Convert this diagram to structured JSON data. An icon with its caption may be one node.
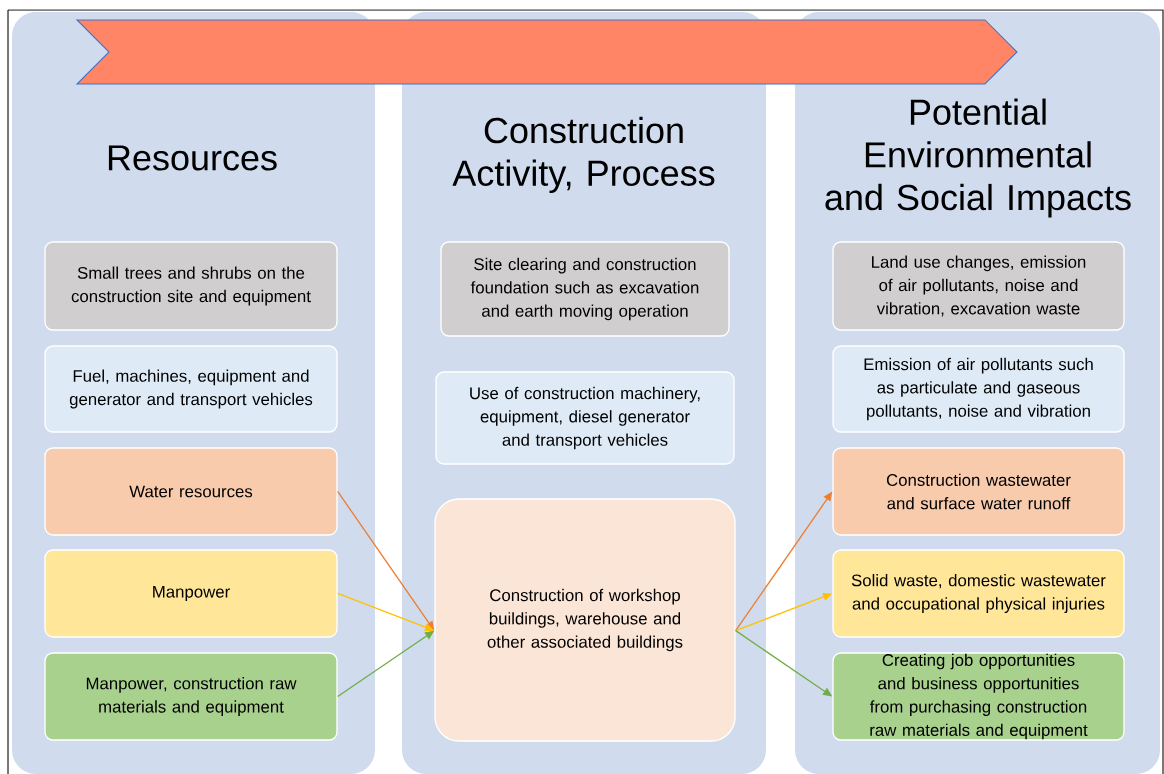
{
  "diagram": {
    "nodes": [
      {
        "text": [
          "Resources"
        ]
      },
      {
        "text": [
          "Small trees and shrubs on the construction site and equipment"
        ],
        "in": 0
      },
      {
        "text": [
          "Fuel, machines, equipment and generator and transport vehicles"
        ],
        "in": 0
      },
      {
        "text": [
          "Water resources"
        ],
        "in": 0
      },
      {
        "text": [
          "Manpower"
        ],
        "in": 0
      },
      {
        "text": [
          "Manpower, construction raw materials and equipment"
        ],
        "in": 0
      },
      {
        "text": [
          "Construction Activity, Process"
        ]
      },
      {
        "text": [
          "Site clearing and construction foundation such as excavation and earth moving operation"
        ],
        "in": 6
      },
      {
        "text": [
          "Use of construction machinery, equipment, diesel generator and transport vehicles"
        ],
        "in": 6
      },
      {
        "text": [
          "Construction of workshop buildings, warehouse and other associated buildings"
        ],
        "in": 6
      },
      {
        "text": [
          "Potential Environmental and Social Impacts"
        ]
      },
      {
        "text": [
          "Land use changes, emission of air pollutants, noise and vibration, excavation waste"
        ],
        "in": 10
      },
      {
        "text": [
          "Emission of air pollutants such as particulate and gaseous pollutants, noise and vibration"
        ],
        "in": 10
      },
      {
        "text": [
          "Construction wastewater and surface water runoff"
        ],
        "in": 10
      },
      {
        "text": [
          "Solid waste, domestic wastewater and occupational physical injuries"
        ],
        "in": 10
      },
      {
        "text": [
          "Creating job opportunities and business opportunities from purchasing construction raw materials and equipment"
        ],
        "in": 10
      }
    ],
    "edges": [
      {
        "from": 3,
        "to": 9,
        "arrow": "to",
        "color": "#ed7d31"
      },
      {
        "from": 4,
        "to": 9,
        "arrow": "to",
        "color": "#ffc000"
      },
      {
        "from": 5,
        "to": 9,
        "arrow": "to",
        "color": "#70ad47"
      },
      {
        "from": 9,
        "to": 13,
        "arrow": "to",
        "color": "#ed7d31"
      },
      {
        "from": 9,
        "to": 14,
        "arrow": "to",
        "color": "#ffc000"
      },
      {
        "from": 9,
        "to": 15,
        "arrow": "to",
        "color": "#70ad47"
      }
    ]
  }
}
